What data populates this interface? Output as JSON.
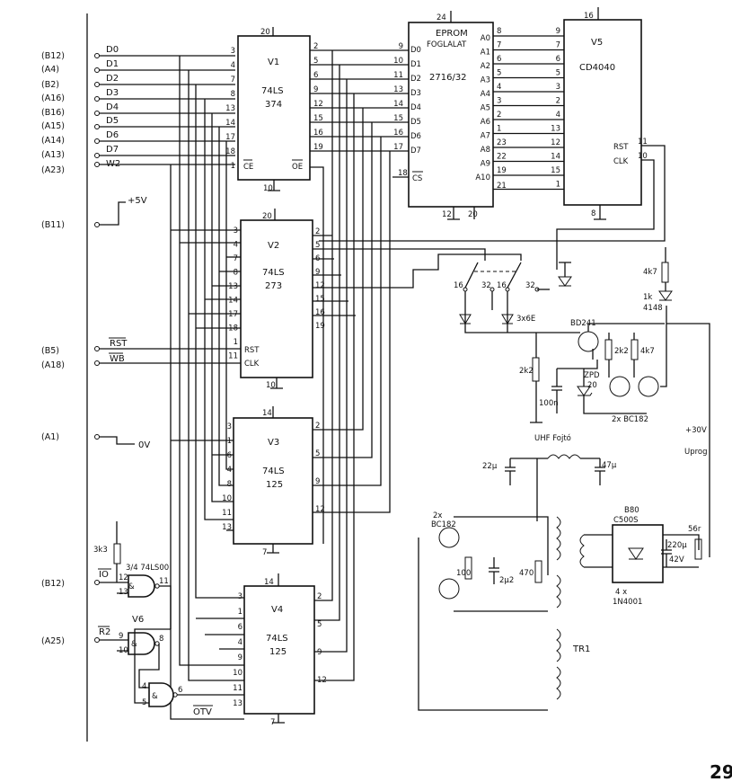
{
  "edge_connector": {
    "pins": [
      {
        "bus": "(B12)",
        "signal": "D0"
      },
      {
        "bus": "(A4)",
        "signal": "D1"
      },
      {
        "bus": "(B2)",
        "signal": "D2"
      },
      {
        "bus": "(A16)",
        "signal": "D3"
      },
      {
        "bus": "(B16)",
        "signal": "D4"
      },
      {
        "bus": "(A15)",
        "signal": "D5"
      },
      {
        "bus": "(A14)",
        "signal": "D6"
      },
      {
        "bus": "(A13)",
        "signal": "D7"
      },
      {
        "bus": "(A23)",
        "signal": "W2"
      }
    ],
    "supply": {
      "bus": "(B11)",
      "signal": "+5V"
    },
    "rst": {
      "bus": "(B5)",
      "signal": "RST"
    },
    "wb": {
      "bus": "(A18)",
      "signal": "WB"
    },
    "gnd": {
      "bus": "(A1)",
      "signal": "0V"
    },
    "io": {
      "bus": "(B12)",
      "signal": "IO"
    },
    "r2": {
      "bus": "(A25)",
      "signal": "R2"
    }
  },
  "chips": {
    "v1": {
      "name": "V1",
      "family": "74LS",
      "part": "374",
      "vcc": "20",
      "gnd": "10",
      "left_pins": [
        "3",
        "4",
        "7",
        "8",
        "13",
        "14",
        "17",
        "18",
        "1"
      ],
      "right_pins": [
        "2",
        "5",
        "6",
        "9",
        "12",
        "15",
        "16",
        "19"
      ],
      "oe": "OE",
      "ce": "CE"
    },
    "v2": {
      "name": "V2",
      "family": "74LS",
      "part": "273",
      "vcc": "20",
      "gnd": "10",
      "left_pins": [
        "3",
        "4",
        "7",
        "8",
        "13",
        "14",
        "17",
        "18",
        "1",
        "11"
      ],
      "right_pins": [
        "2",
        "5",
        "6",
        "9",
        "12",
        "15",
        "16",
        "19"
      ],
      "rst": "RST",
      "clk": "CLK"
    },
    "v3": {
      "name": "V3",
      "family": "74LS",
      "part": "125",
      "vcc": "14",
      "gnd": "7",
      "left_pins": [
        "3",
        "1",
        "6",
        "4",
        "8",
        "10",
        "11",
        "13"
      ],
      "right_pins": [
        "2",
        "5",
        "9",
        "12"
      ]
    },
    "v4": {
      "name": "V4",
      "family": "74LS",
      "part": "125",
      "vcc": "14",
      "gnd": "7",
      "left_pins": [
        "3",
        "1",
        "6",
        "4",
        "9",
        "10",
        "11",
        "13"
      ],
      "right_pins": [
        "2",
        "5",
        "9",
        "12"
      ]
    },
    "eprom": {
      "title1": "EPROM",
      "title2": "FOGLALAT",
      "part": "2716/32",
      "vcc": "24",
      "p12": "12",
      "p20": "20",
      "data_labels": [
        "D0",
        "D1",
        "D2",
        "D3",
        "D4",
        "D5",
        "D6",
        "D7"
      ],
      "data_pins": [
        "9",
        "10",
        "11",
        "13",
        "14",
        "15",
        "16",
        "17"
      ],
      "cs_pin": "18",
      "cs": "CS",
      "addr_labels": [
        "A0",
        "A1",
        "A2",
        "A3",
        "A4",
        "A5",
        "A6",
        "A7",
        "A8",
        "A9",
        "A10"
      ],
      "addr_pins": [
        "8",
        "7",
        "6",
        "5",
        "4",
        "3",
        "2",
        "1",
        "23",
        "22",
        "19"
      ],
      "a10_extra": "21"
    },
    "v5": {
      "name": "V5",
      "part": "CD4040",
      "vcc": "16",
      "gnd": "8",
      "left_pins": [
        "9",
        "7",
        "6",
        "5",
        "3",
        "2",
        "4",
        "13",
        "12",
        "14",
        "15",
        "1"
      ],
      "rst": "RST",
      "clk": "CLK",
      "rst_pin": "11",
      "clk_pin": "10"
    },
    "v6": {
      "name": "V6",
      "family": "3/4 74LS00",
      "g1_in": [
        "12",
        "13"
      ],
      "g1_out": "11",
      "g2_in": [
        "9",
        "10"
      ],
      "g2_out": "8",
      "g3_in": [
        "4",
        "5"
      ],
      "g3_out": "6",
      "otv": "OTV"
    }
  },
  "components": {
    "r_3k3": "3k3",
    "switch_16a": "16",
    "switch_32a": "32",
    "switch_16b": "16",
    "switch_32b": "32",
    "zener_3x6e": "3x6E",
    "bd241": "BD241",
    "r_4k7a": "4k7",
    "r_1k": "1k",
    "d_4148": "4148",
    "r_2k2a": "2k2",
    "r_2k2b": "2k2",
    "r_4k7b": "4k7",
    "c_100n": "100n",
    "zpd": "ZPD",
    "zpd_v": "20",
    "q_2xbc182": "2x BC182",
    "v30": "+30V",
    "uprog": "Uprog",
    "uhf": "UHF Fojtó",
    "c_22u": "22µ",
    "c_47u": "47µ",
    "q_2xbc182b_1": "2x",
    "q_2xbc182b_2": "BC182",
    "r_100": "100",
    "c_2u2": "2µ2",
    "r_470": "470",
    "b80_1": "B80",
    "b80_2": "C500S",
    "c_220u": "220µ",
    "c_42v": "42V",
    "r_56r": "56r",
    "d_1n4001_a": "4 x",
    "d_1n4001_b": "1N4001",
    "tr1": "TR1"
  },
  "page_number": "29"
}
